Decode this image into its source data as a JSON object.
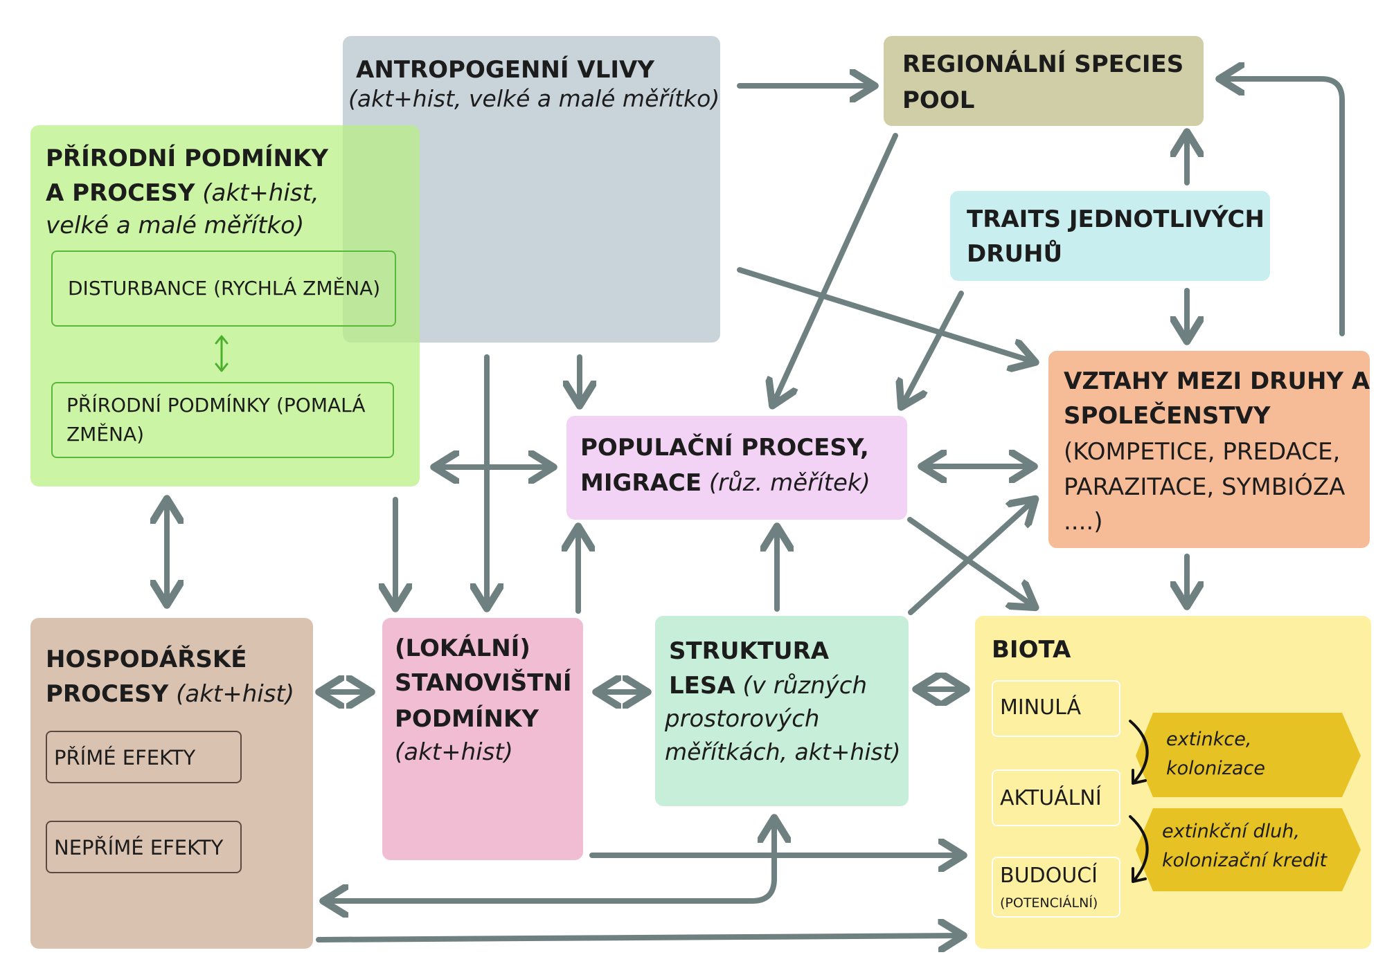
{
  "antropogenni": {
    "title": "ANTROPOGENNÍ VLIVY",
    "subtitle": "(akt+hist, velké a malé měřítko)"
  },
  "regionalni": {
    "line1": "REGIONÁLNÍ SPECIES",
    "line2": "POOL"
  },
  "prirodni": {
    "line1": "PŘÍRODNÍ PODMÍNKY",
    "line2a": "A PROCESY",
    "line2b": "(akt+hist,",
    "line3": "velké a malé měřítko)",
    "disturbance": "DISTURBANCE (RYCHLÁ ZMĚNA)",
    "slow_line1": "PŘÍRODNÍ PODMÍNKY (POMALÁ",
    "slow_line2": "ZMĚNA)"
  },
  "traits": {
    "line1": "TRAITS JEDNOTLIVÝCH",
    "line2": "DRUHŮ"
  },
  "populacni": {
    "line1": "POPULAČNÍ PROCESY,",
    "line2a": "MIGRACE",
    "line2b": "(růz. měřítek)"
  },
  "vztahy": {
    "line1": "VZTAHY MEZI DRUHY A",
    "line2": "SPOLEČENSTVY",
    "line3": "(KOMPETICE, PREDACE,",
    "line4": "PARAZITACE, SYMBIÓZA",
    "line5": "....)"
  },
  "hospodarske": {
    "line1": "HOSPODÁŘSKÉ",
    "line2a": "PROCESY",
    "line2b": "(akt+hist)",
    "prime": "PŘÍMÉ EFEKTY",
    "neprime": "NEPŘÍMÉ EFEKTY"
  },
  "lokalni": {
    "line1": "(LOKÁLNÍ)",
    "line2": "STANOVIŠTNÍ",
    "line3": "PODMÍNKY",
    "line4": "(akt+hist)"
  },
  "struktura": {
    "line1": "STRUKTURA",
    "line2a": "LESA",
    "line2b": "(v různých",
    "line3": "prostorových",
    "line4": "měřítkách, akt+hist)"
  },
  "biota": {
    "title": "BIOTA",
    "minula": "MINULÁ",
    "aktualni": "AKTUÁLNÍ",
    "budouci": "BUDOUCÍ",
    "budouci_sub": "(POTENCIÁLNÍ)",
    "tag1_line1": "extinkce,",
    "tag1_line2": "kolonizace",
    "tag2_line1": "extinkční dluh,",
    "tag2_line2": "kolonizační kredit"
  },
  "colors": {
    "arrow": "#6e8080",
    "antropogenni_bg": "#c9d4da",
    "regionalni_bg": "#cfcea6",
    "prirodni_bg": "#c9f2a5",
    "traits_bg": "#c9eef0",
    "populacni_bg": "#f3d3f5",
    "vztahy_bg": "#f6bc98",
    "hospodarske_bg": "#d9c2b0",
    "lokalni_bg": "#f0bdd3",
    "struktura_bg": "#c7eed8",
    "biota_bg": "#fdf0a0",
    "tag_bg": "#e6c224"
  }
}
